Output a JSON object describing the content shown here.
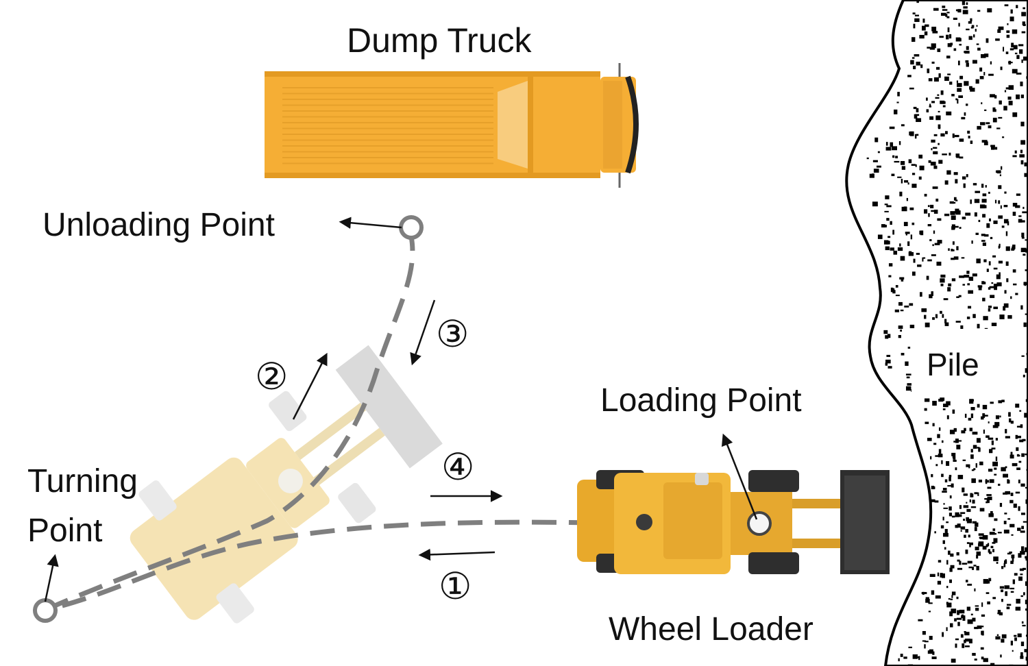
{
  "labels": {
    "dump_truck": "Dump Truck",
    "unloading_point": "Unloading Point",
    "turning_point_line1": "Turning",
    "turning_point_line2": "Point",
    "loading_point": "Loading Point",
    "wheel_loader": "Wheel Loader",
    "pile": "Pile"
  },
  "steps": {
    "step1": "①",
    "step2": "②",
    "step3": "③",
    "step4": "④"
  },
  "colors": {
    "truck_body": "#F5AE35",
    "truck_dark": "#E39A22",
    "loader_body": "#F2B83B",
    "loader_ghost": "#F4DFA8",
    "bucket": "#2E2E2E",
    "path": "#7F7F7F",
    "pile_speck": "#000000"
  }
}
